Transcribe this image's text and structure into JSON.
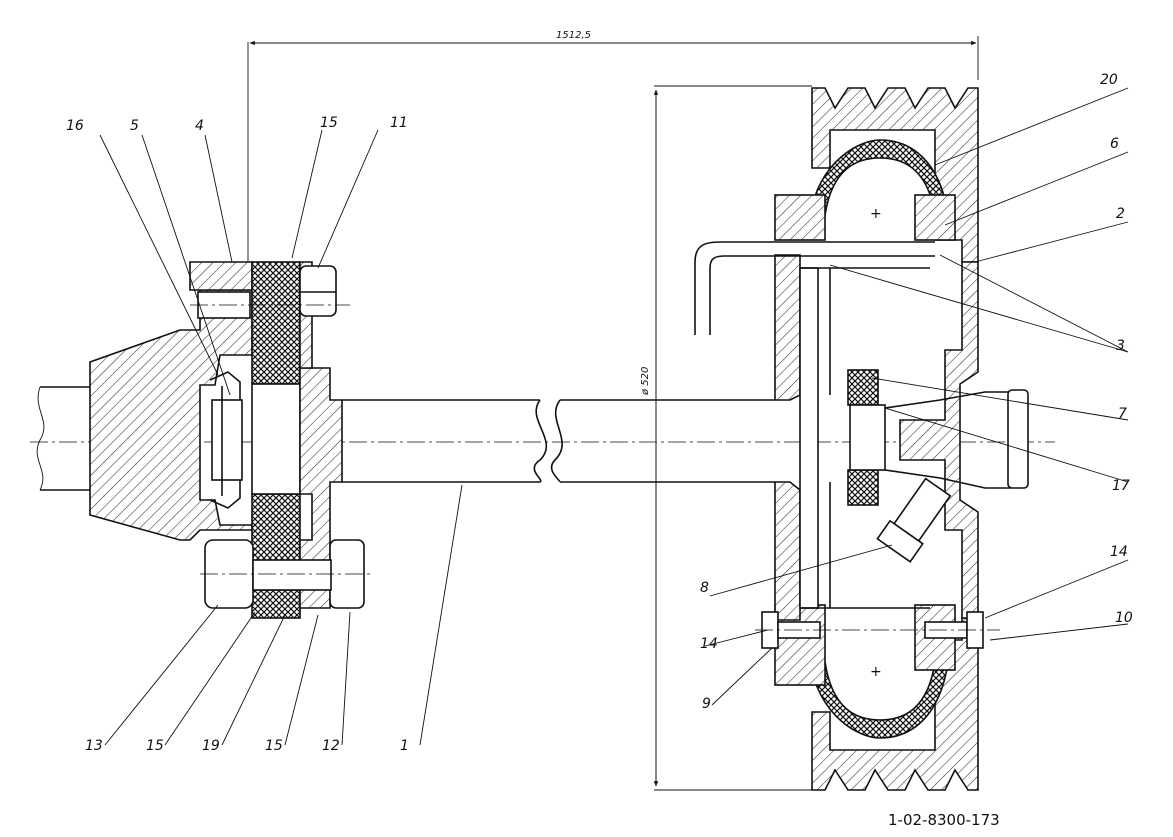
{
  "dimensions": {
    "length": "1512,5",
    "diameter": "ø 520"
  },
  "drawing_code": "1-02-8300-173",
  "callouts": {
    "top_left": [
      "16",
      "5",
      "4",
      "15",
      "11"
    ],
    "bottom_left": [
      "13",
      "15",
      "19",
      "15",
      "12",
      "1"
    ],
    "right": [
      "20",
      "6",
      "2",
      "3",
      "7",
      "17",
      "14",
      "10"
    ],
    "center": [
      "8",
      "14",
      "9"
    ]
  }
}
